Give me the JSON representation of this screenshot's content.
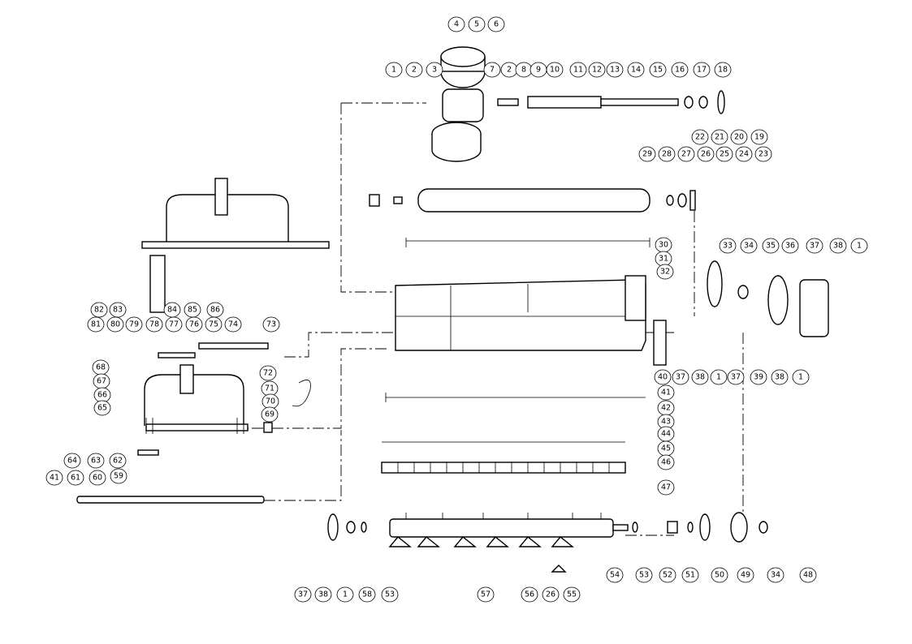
{
  "title": "Exploded parts diagram",
  "callouts": [
    "1",
    "2",
    "3",
    "4",
    "5",
    "6",
    "7",
    "2",
    "8",
    "9",
    "10",
    "11",
    "12",
    "13",
    "14",
    "15",
    "16",
    "17",
    "18",
    "22",
    "21",
    "20",
    "19",
    "29",
    "28",
    "27",
    "26",
    "25",
    "24",
    "23",
    "30",
    "31",
    "32",
    "33",
    "34",
    "35",
    "36",
    "37",
    "38",
    "1",
    "82",
    "83",
    "84",
    "85",
    "86",
    "81",
    "80",
    "79",
    "78",
    "77",
    "76",
    "75",
    "74",
    "73",
    "68",
    "67",
    "66",
    "65",
    "72",
    "71",
    "70",
    "69",
    "64",
    "63",
    "62",
    "59",
    "41",
    "61",
    "60",
    "40",
    "37",
    "38",
    "1",
    "37",
    "39",
    "38",
    "1",
    "41",
    "42",
    "43",
    "44",
    "45",
    "46",
    "47",
    "37",
    "38",
    "1",
    "58",
    "53",
    "57",
    "56",
    "26",
    "55",
    "54",
    "53",
    "52",
    "51",
    "50",
    "49",
    "34",
    "48"
  ]
}
